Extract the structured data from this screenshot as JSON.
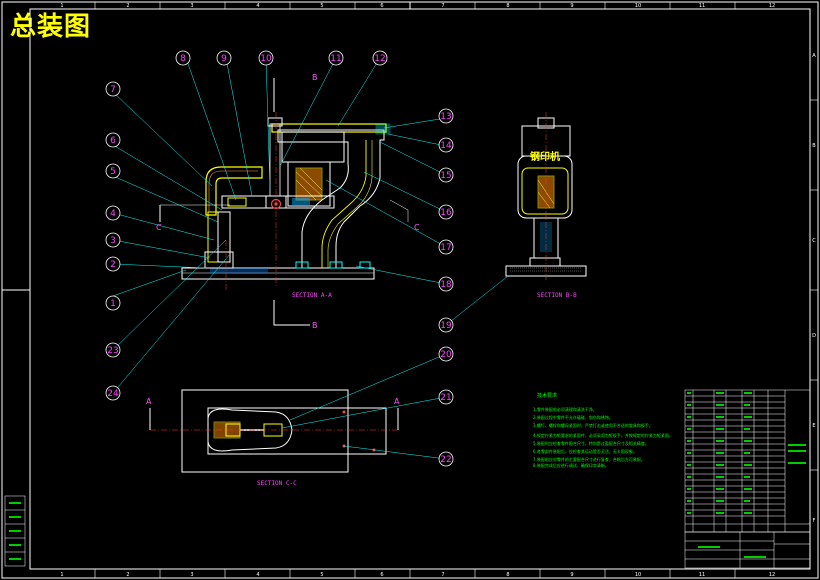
{
  "drawing_title": "总装图",
  "border_numbers": [
    "1",
    "2",
    "3",
    "4",
    "5",
    "6",
    "7",
    "8",
    "9",
    "10",
    "11",
    "12"
  ],
  "border_letters": [
    "A",
    "B",
    "C",
    "D",
    "E",
    "F"
  ],
  "callouts": [
    "1",
    "2",
    "3",
    "4",
    "5",
    "6",
    "7",
    "8",
    "9",
    "10",
    "11",
    "12",
    "13",
    "14",
    "15",
    "16",
    "17",
    "18",
    "19",
    "20",
    "21",
    "22",
    "23",
    "24"
  ],
  "section_labels": {
    "a": "SECTION A-A",
    "b": "SECTION B-B",
    "c": "SECTION C-C"
  },
  "cut_letters": {
    "a": "A",
    "b": "B",
    "c": "C"
  },
  "stamp_text": "钢印机",
  "notes_title": "技术要求",
  "notes": [
    "1.零件装配前必须清理和清洗干净。",
    "2.装配过程中零件不允许磕碰、划伤和锈蚀。",
    "3.螺钉、螺栓和螺母紧固时，严禁打击或使用不合适的旋具和扳手。",
    "4.规定拧紧力矩要求的紧固件，必须采用力矩扳手，并按规定的拧紧力矩紧固。",
    "5.装配时应检查零件配合尺寸，特别是过盈配合尺寸及相关精度。",
    "6.各零部件装配后，应检查其运动是否灵活，无卡阻现象。",
    "7.装配前应对零件的主要配合尺寸进行复查，合格后方可装配。",
    "8.装配完成后应进行调试，确保印字清晰。"
  ]
}
